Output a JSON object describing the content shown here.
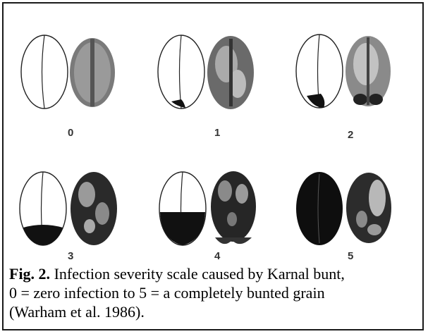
{
  "figure": {
    "scale_labels": [
      "0",
      "1",
      "2",
      "3",
      "4",
      "5"
    ]
  },
  "caption": {
    "label": "Fig. 2.",
    "line1": " Infection severity scale caused by Karnal bunt,",
    "line2": "0 = zero infection to 5 = a completely bunted grain",
    "line3": "(Warham et al. 1986)."
  }
}
